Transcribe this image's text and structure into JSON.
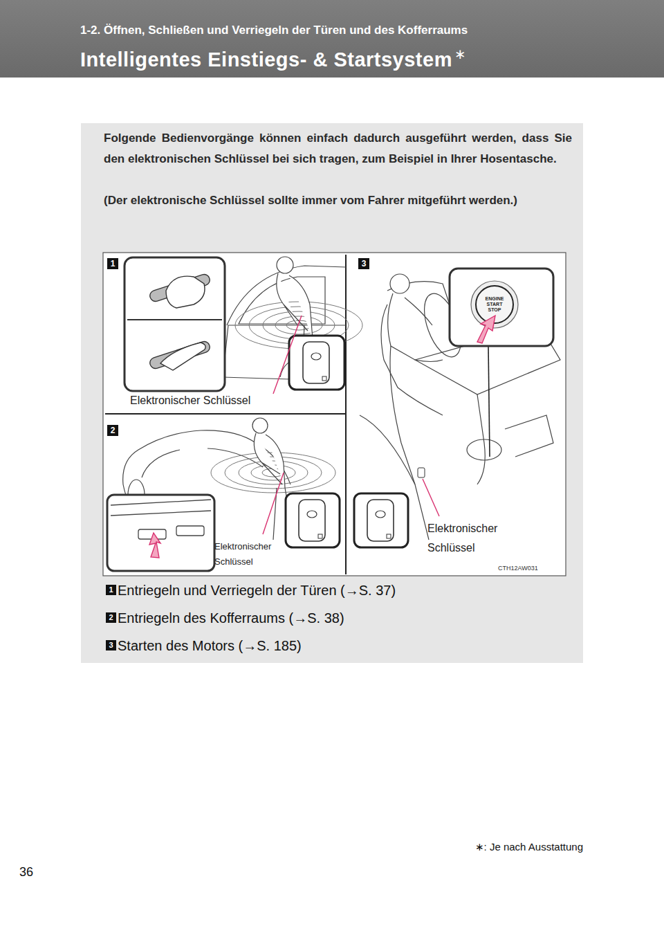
{
  "diagram": {
    "title": "Intelligentes Einstiegs- & Startsystem",
    "nodes": [
      {
        "text": [
          "Folgende Bedienvorgänge können einfach dadurch ausgeführt werden, dass Sie den elektronischen Schlüssel bei sich tragen, zum Beispiel in Ihrer Hosentasche.",
          "(Der elektronische Schlüssel sollte immer vom Fahrer mitgeführt werden.)",
          "Entriegeln und Verriegeln der Türen (→S. 37)",
          "Entriegeln des Kofferraums (→S. 38)",
          "Starten des Motors (→S. 185)"
        ]
      }
    ],
    "labels": [
      "1-2. Öffnen, Schließen und Verriegeln der Türen und des Kofferraums",
      "∗",
      "1",
      "3",
      "2",
      "ENGINE START STOP",
      "Elektronischer Schlüssel",
      "Elektronischer Schlüssel",
      "Elektronischer Schlüssel",
      "CTH12AW031",
      "1",
      "2",
      "3",
      "36",
      "∗: Je nach Ausstattung"
    ]
  }
}
